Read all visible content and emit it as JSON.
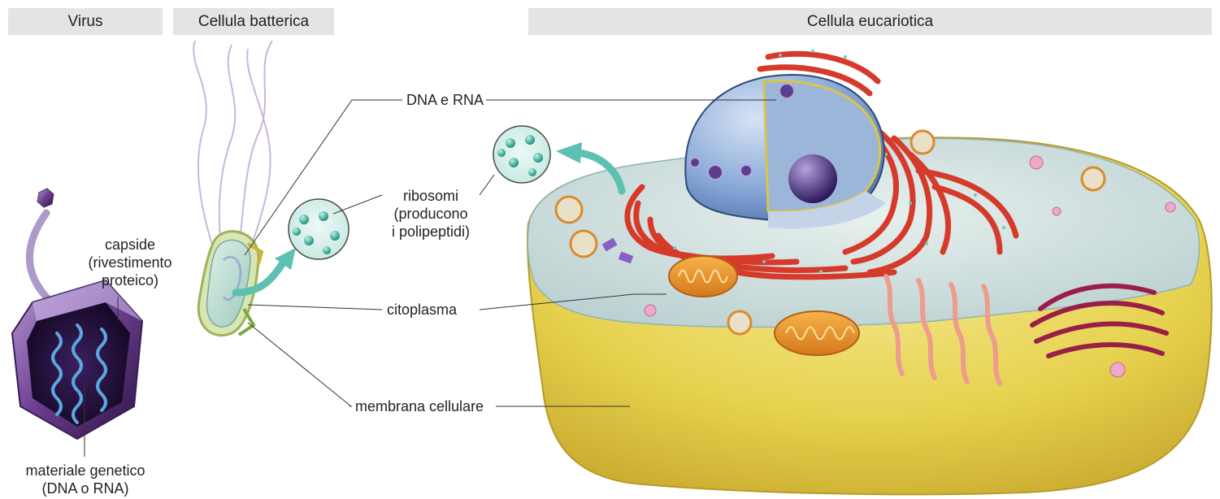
{
  "headers": {
    "virus": "Virus",
    "bacterial": "Cellula batterica",
    "eukaryotic": "Cellula eucariotica"
  },
  "labels": {
    "capsid": [
      "capside",
      "(rivestimento",
      "proteico)"
    ],
    "genetic": [
      "materiale genetico",
      "(DNA o RNA)"
    ],
    "dna_rna": "DNA e RNA",
    "ribosomes": [
      "ribosomi",
      "(producono",
      "i polipeptidi)"
    ],
    "cytoplasm": "citoplasma",
    "membrane": "membrana cellulare"
  },
  "colors": {
    "header_bg": "#e4e4e4",
    "virus_purple": "#6b3d8f",
    "dna_blue": "#5aa6e0",
    "ribosome_teal": "#4fb3a6",
    "cell_yellow": "#e6d24e",
    "nucleus_blue": "#7fa7d8",
    "er_red": "#d63a2a"
  }
}
